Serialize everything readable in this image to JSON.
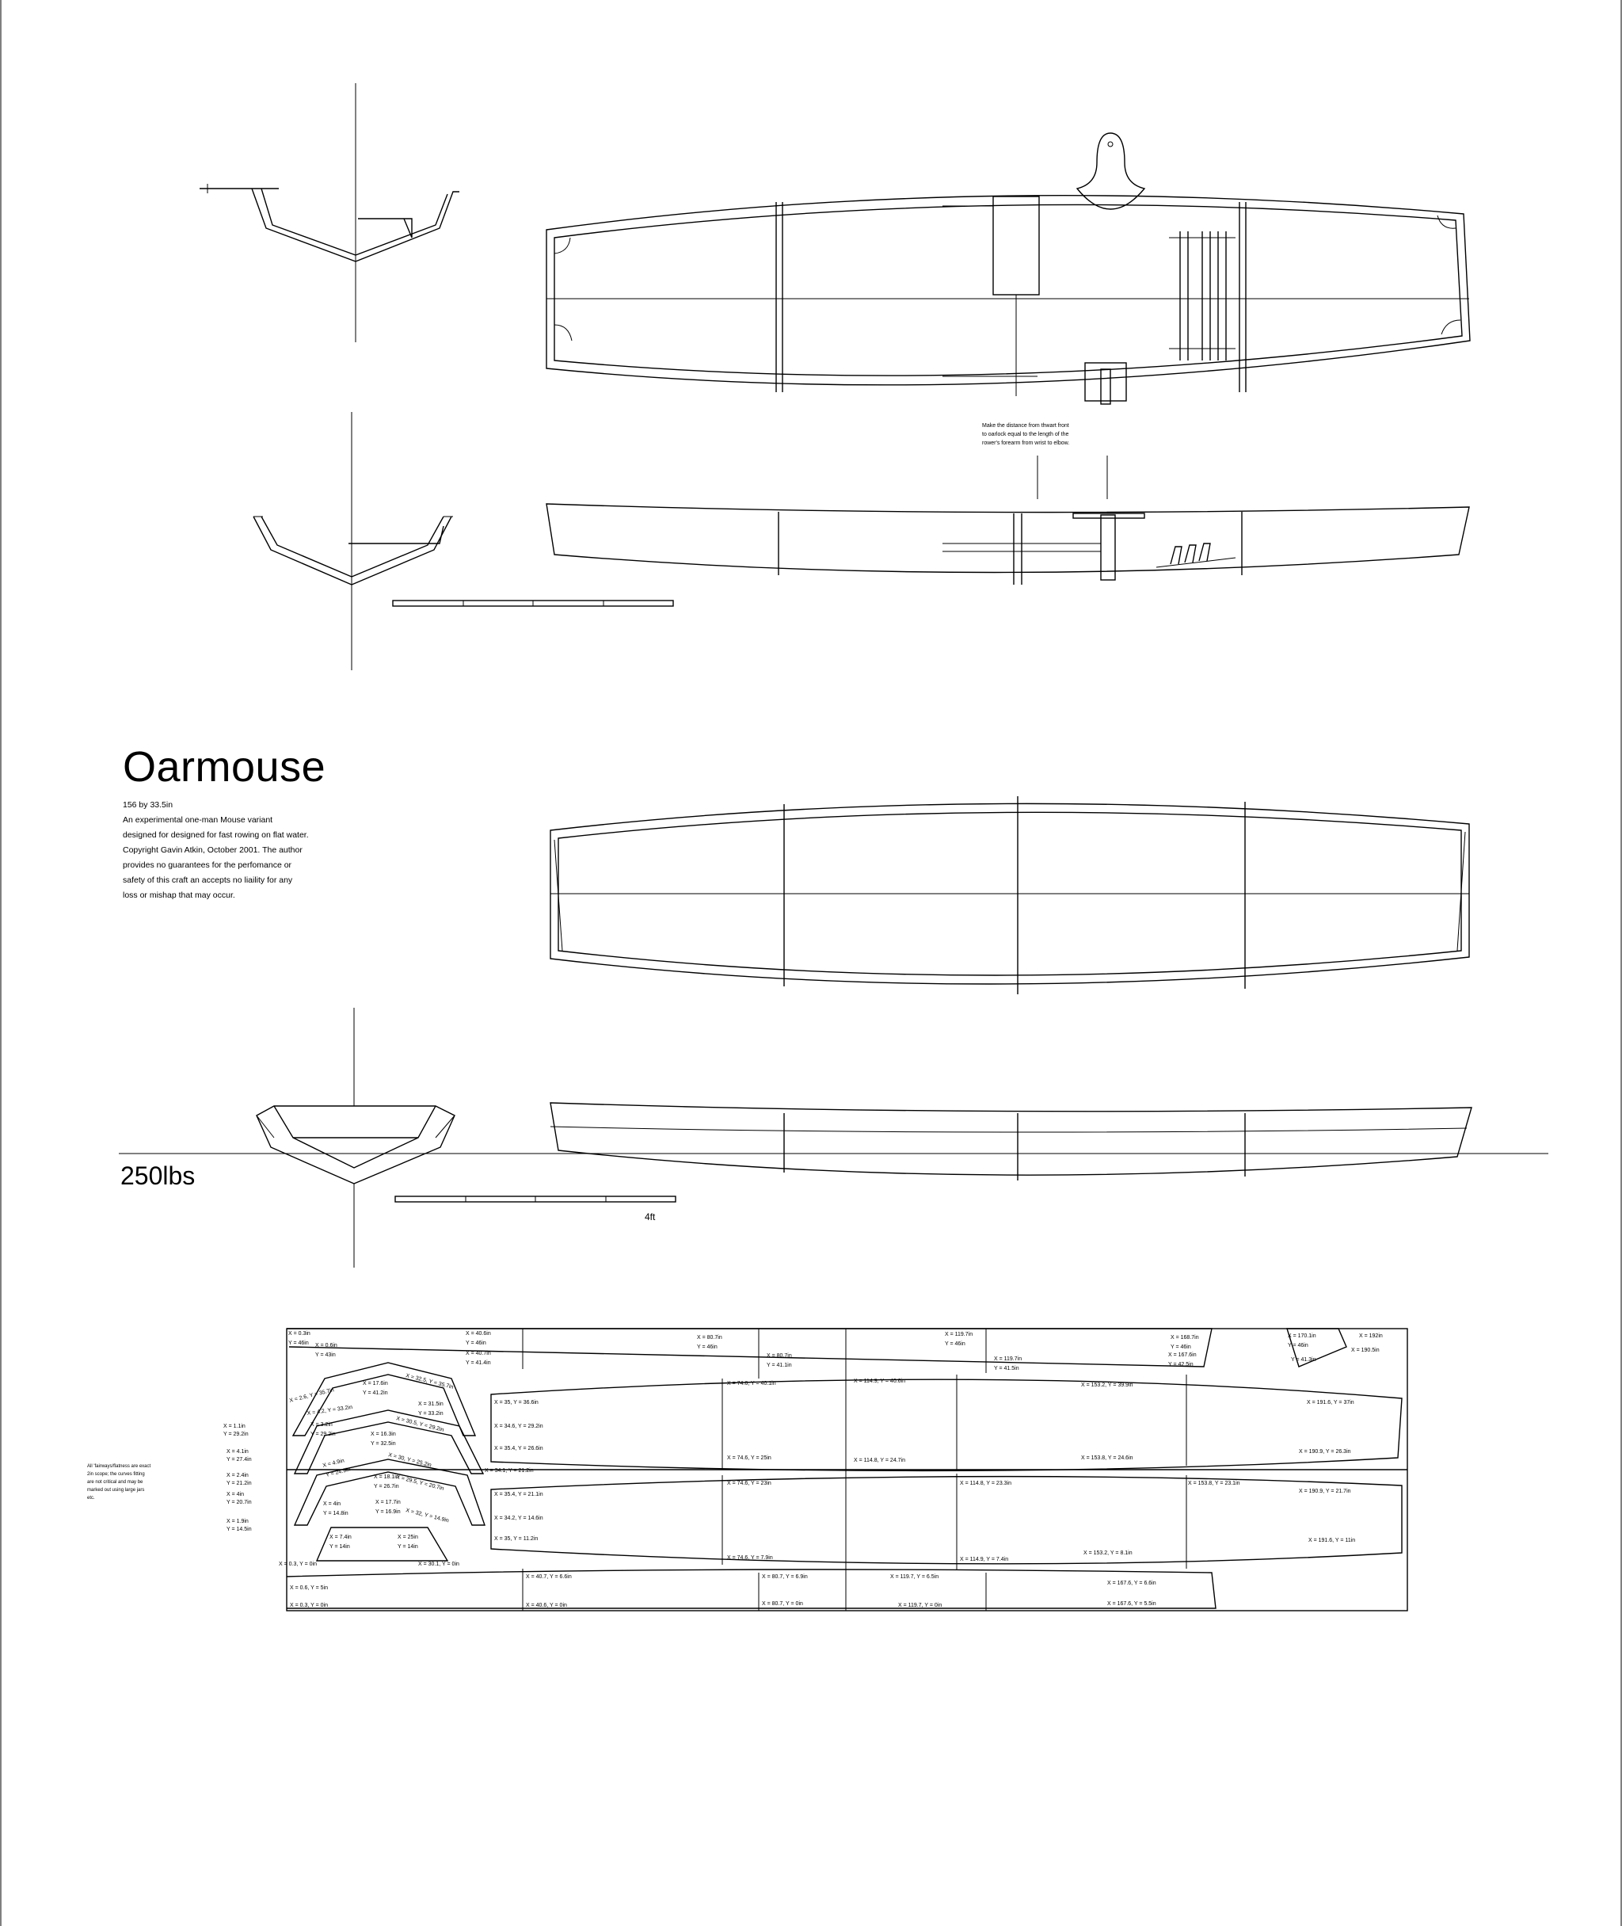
{
  "title": {
    "name": "Oarmouse",
    "size": "156 by 33.5in",
    "description_lines": [
      "An experimental one-man Mouse variant",
      "designed for designed for fast rowing on flat water.",
      "Copyright Gavin Atkin, October 2001. The author",
      "provides no guarantees for the perfomance or",
      "safety of this craft an accepts no liaility for any",
      "loss or mishap that may occur."
    ]
  },
  "weight_label": "250lbs",
  "scale_label": "4ft",
  "oarlock_note": [
    "Make the distance from thwart front",
    "to oarlock equal to the length of the",
    "rower's forearm from wrist to elbow."
  ],
  "panel_note": [
    "All 'fairways/flatness are exact",
    "2in scope; the curves fitting",
    "are not critical and may be",
    "marked out using large jars",
    "etc."
  ],
  "side_panel_labels": [
    "X = 0.3in",
    "Y = 46in",
    "X = 0.6in",
    "Y = 43in",
    "X = 40.6in",
    "Y = 46in",
    "X = 40.7in",
    "Y = 41.4in",
    "X = 80.7in",
    "Y = 46in",
    "X = 80.7in",
    "Y = 41.1in",
    "X = 119.7in",
    "Y = 46in",
    "X = 119.7in",
    "Y = 41.5in",
    "X = 168.7in",
    "Y = 46in",
    "X = 167.6in",
    "Y = 42.5in",
    "X = 170.1in",
    "Y = 46in",
    "Y = 41.3in",
    "X = 192in",
    "X = 190.5in"
  ],
  "bottom_panel_labels": [
    "X = 35, Y = 36.6in",
    "X = 34.6, Y = 29.2in",
    "X = 35.4, Y = 26.6in",
    "X = 74.6, Y = 40.1in",
    "X = 74.6, Y = 25in",
    "X = 114.9, Y = 40.6in",
    "X = 114.8, Y = 24.7in",
    "X = 153.2, Y = 39.9in",
    "X = 153.8, Y = 24.6in",
    "X = 191.6, Y = 37in",
    "X = 190.9, Y = 26.3in",
    "X = 35.4, Y = 21.1in",
    "X = 34.2, Y = 14.6in",
    "X = 35, Y = 11.2in",
    "X = 74.6, Y = 23in",
    "X = 74.6, Y = 7.9in",
    "X = 114.8, Y = 23.3in",
    "X = 114.9, Y = 7.4in",
    "X = 153.8, Y = 23.1in",
    "X = 153.2, Y = 8.1in",
    "X = 190.9, Y = 21.7in",
    "X = 191.6, Y = 11in"
  ],
  "frame_labels": [
    "X = 2.6, Y = 35.7in",
    "X = 17.6in",
    "Y = 41.2in",
    "X = 32.5, Y = 35.7in",
    "X = 4.2, Y = 33.2in",
    "X = 31.5in",
    "Y = 33.2in",
    "X = 3.2in",
    "Y = 29.2in",
    "X = 16.3in",
    "Y = 32.5in",
    "X = 30.5, Y = 29.2in",
    "X = 4.9in",
    "Y = 24.9in",
    "X = 30, Y = 25.2in",
    "X = 18.1in",
    "Y = 26.7in",
    "X = 29.5, Y = 20.7in",
    "X = 4in",
    "Y = 14.8in",
    "X = 17.7in",
    "Y = 16.9in",
    "X = 32, Y = 14.9in",
    "X = 7.4in",
    "Y = 14in",
    "X = 25in",
    "Y = 14in",
    "X = 1.1in",
    "Y = 29.2in",
    "X = 4.1in",
    "Y = 27.4in",
    "X = 2.4in",
    "Y = 21.2in",
    "X = 4in",
    "Y = 20.7in",
    "X = 1.9in",
    "Y = 14.5in",
    "X = 34.1, Y = 21.2in"
  ],
  "lower_panel_labels": [
    "X = 0.3, Y = 0in",
    "X = 30.1, Y = 0in",
    "X = 0.6, Y = 5in",
    "X = 0.3, Y = 0in",
    "X = 40.7, Y = 6.6in",
    "X = 40.6, Y = 0in",
    "X = 80.7, Y = 6.9in",
    "X = 80.7, Y = 0in",
    "X = 119.7, Y = 6.5in",
    "X = 119.7, Y = 0in",
    "X = 167.6, Y = 6.6in",
    "X = 167.6, Y = 5.5in"
  ]
}
